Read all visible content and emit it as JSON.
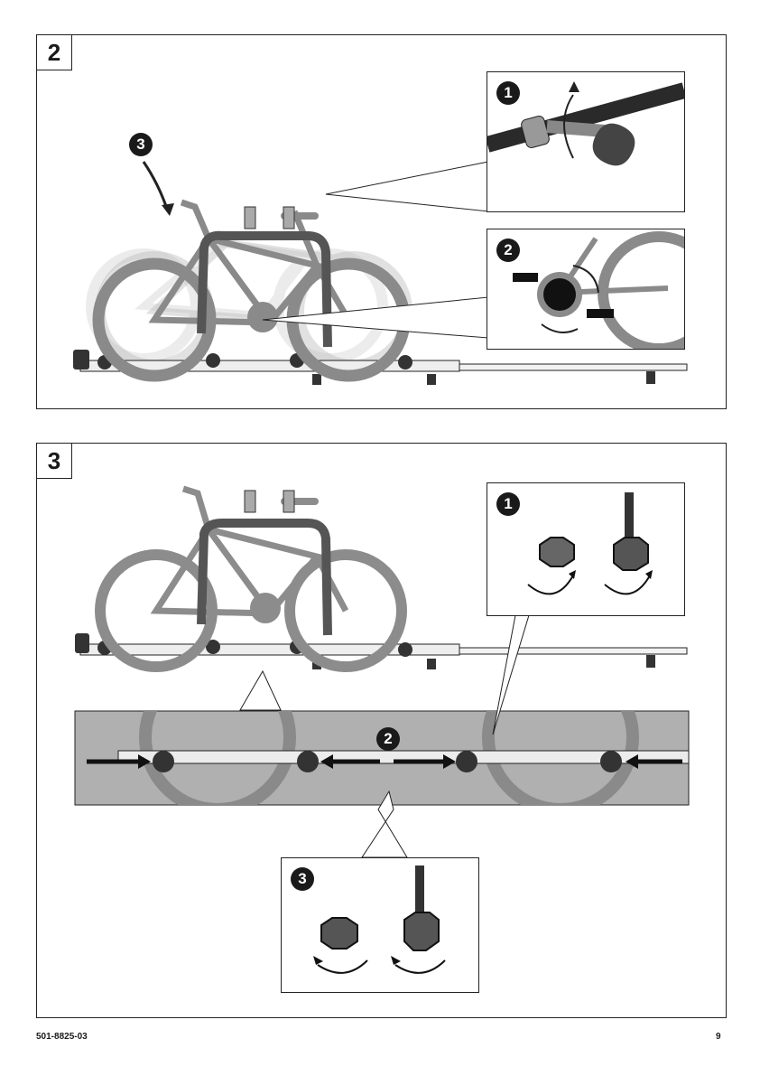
{
  "steps": {
    "top": {
      "number": "2"
    },
    "bottom": {
      "number": "3"
    }
  },
  "callouts": {
    "top_bike": "3",
    "top_detail_1": "1",
    "top_detail_2": "2",
    "bottom_detail_1": "1",
    "bottom_strip": "2",
    "bottom_detail_3": "3"
  },
  "footer": {
    "doc_number": "501-8825-03",
    "page_number": "9"
  },
  "colors": {
    "ink": "#1a1a1a",
    "bike_gray": "#8c8c8c",
    "ghost_gray": "#cfcfcf",
    "strip_bg": "#b0b0b0"
  }
}
